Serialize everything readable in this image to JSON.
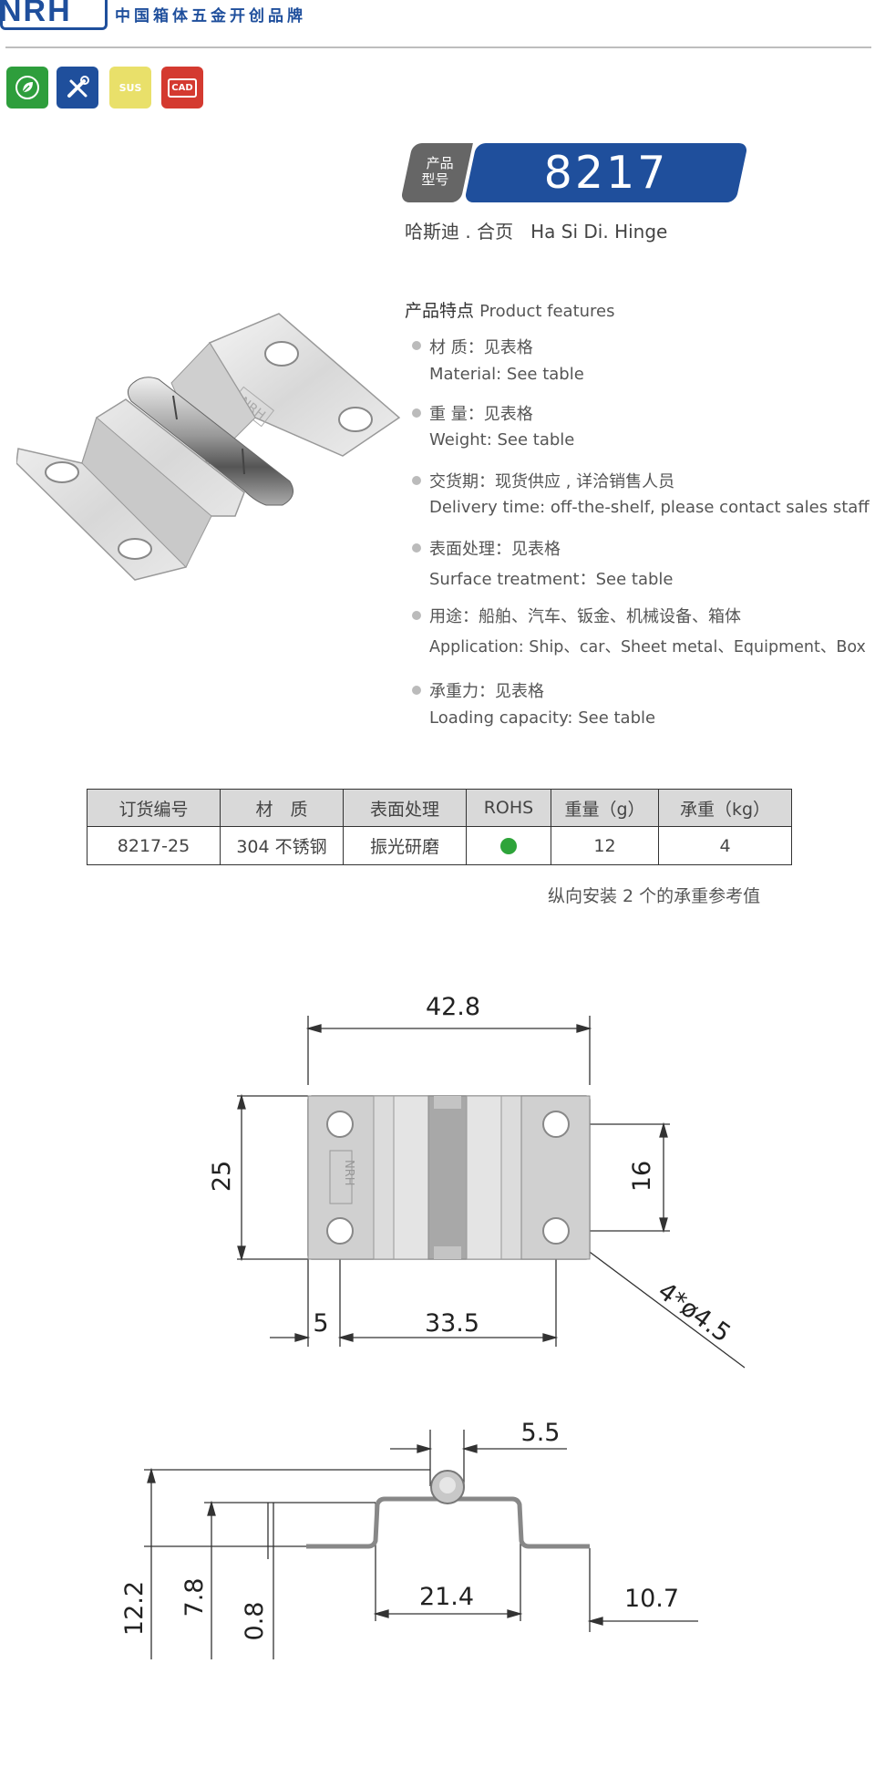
{
  "header": {
    "logo_text": "NRH",
    "slogan": "中国箱体五金开创品牌"
  },
  "badges": [
    {
      "icon": "eco-leaf-icon",
      "label": "",
      "color": "#2e9e3c"
    },
    {
      "icon": "tools-icon",
      "label": "",
      "color": "#1f4f9c"
    },
    {
      "icon": "sus-icon",
      "label": "SUS",
      "color": "#e9e06a"
    },
    {
      "icon": "cad-icon",
      "label": "CAD",
      "color": "#d43a30"
    }
  ],
  "product": {
    "tag_label_line1": "产品",
    "tag_label_line2": "型号",
    "model_number": "8217",
    "name": "哈斯迪 . 合页   Ha Si Di. Hinge"
  },
  "features": {
    "heading": "产品特点",
    "heading_en": "Product features",
    "items": [
      {
        "cn": "材  质：见表格",
        "en": "Material: See table"
      },
      {
        "cn": "重  量：见表格",
        "en": " Weight: See table"
      },
      {
        "cn": "交货期：现货供应 , 详洽销售人员",
        "en": "Delivery time: off-the-shelf, please contact sales staff"
      },
      {
        "cn": "表面处理：见表格",
        "en": "Surface treatment：See table"
      },
      {
        "cn": "用途：船舶、汽车、钣金、机械设备、箱体",
        "en": "Application: Ship、car、Sheet metal、Equipment、Box"
      },
      {
        "cn": "承重力：见表格",
        "en": "Loading capacity: See table"
      }
    ]
  },
  "table": {
    "headers": [
      "订货编号",
      "材　质",
      "表面处理",
      "ROHS",
      "重量（g）",
      "承重（kg）"
    ],
    "rows": [
      {
        "code": "8217-25",
        "material": "304 不锈钢",
        "finish": "振光研磨",
        "rohs": "compliant",
        "weight": "12",
        "load": "4"
      }
    ],
    "note": "纵向安装 2 个的承重参考值"
  },
  "drawing": {
    "top_view": {
      "width_label": "42.8",
      "height_label": "25",
      "hole_spacing_label": "16",
      "hole_label": "4*ø4.5",
      "edge_offset_label": "5",
      "hole_span_label": "33.5",
      "logo_text": "NRH"
    },
    "side_view": {
      "pin_label": "5.5",
      "total_height_label": "12.2",
      "step_label": "7.8",
      "thickness_label": "0.8",
      "center_width_label": "21.4",
      "flange_label": "10.7"
    }
  }
}
